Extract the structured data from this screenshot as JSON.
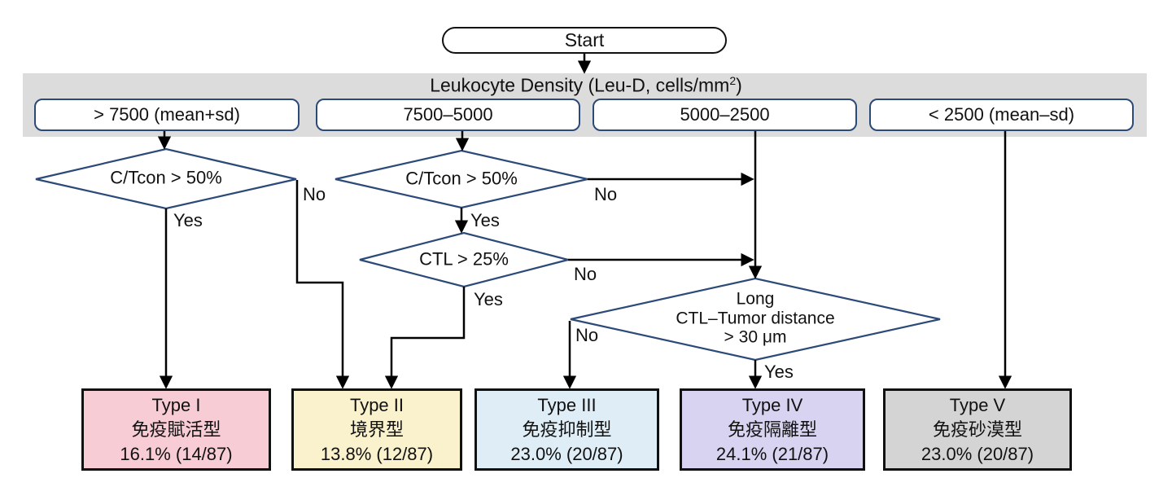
{
  "start": {
    "label": "Start"
  },
  "band": {
    "title_prefix": "Leukocyte Density (Leu-D, cells/mm",
    "title_sup": "2",
    "title_suffix": ")"
  },
  "density_boxes": [
    {
      "label": "> 7500 (mean+sd)"
    },
    {
      "label": "7500–5000"
    },
    {
      "label": "5000–2500"
    },
    {
      "label": "< 2500 (mean–sd)"
    }
  ],
  "decisions": [
    {
      "label": "C/Tcon > 50%"
    },
    {
      "label": "C/Tcon > 50%"
    },
    {
      "label": "CTL > 25%"
    },
    {
      "label": "Long\nCTL–Tumor distance\n> 30 μm"
    }
  ],
  "branch_labels": {
    "yes": "Yes",
    "no": "No"
  },
  "outcomes": [
    {
      "name": "Type I",
      "japanese": "免疫賦活型",
      "stat": "16.1% (14/87)",
      "fill": "#f7ccd5"
    },
    {
      "name": "Type II",
      "japanese": "境界型",
      "stat": "13.8% (12/87)",
      "fill": "#faf2cd"
    },
    {
      "name": "Type III",
      "japanese": "免疫抑制型",
      "stat": "23.0% (20/87)",
      "fill": "#dfeef6"
    },
    {
      "name": "Type IV",
      "japanese": "免疫隔離型",
      "stat": "24.1% (21/87)",
      "fill": "#d7d3f0"
    },
    {
      "name": "Type V",
      "japanese": "免疫砂漠型",
      "stat": "23.0% (20/87)",
      "fill": "#d4d4d4"
    }
  ],
  "colors": {
    "band_bg": "#dcdcdc",
    "node_border": "#2b4a78",
    "line": "#000000"
  }
}
